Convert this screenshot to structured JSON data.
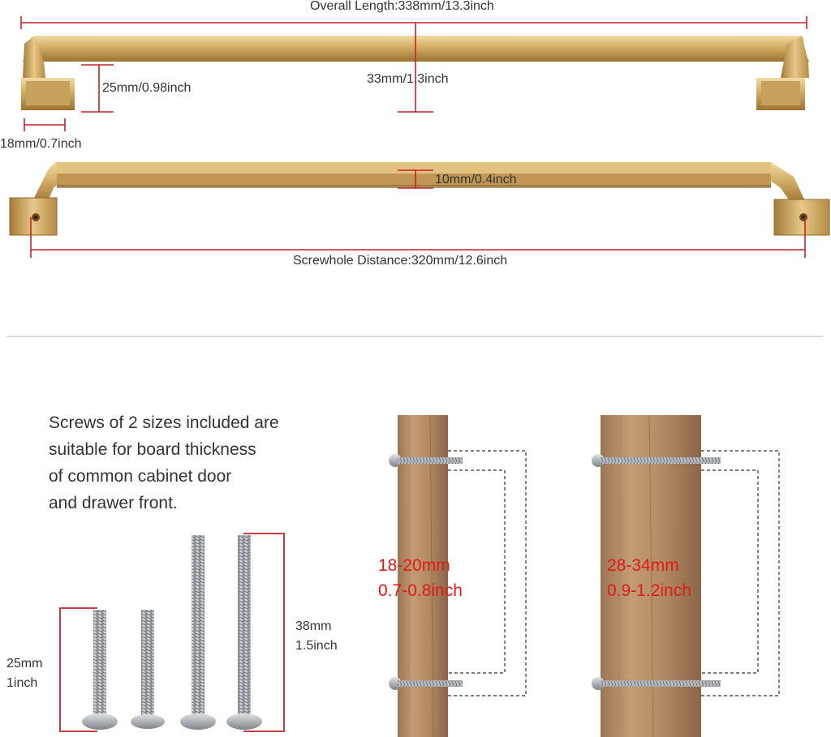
{
  "colors": {
    "gold_light": "#e6c98c",
    "gold_mid": "#c9a35a",
    "gold_dark": "#9e7733",
    "dimension_line": "#c8202a",
    "wood_light": "#c4a07a",
    "wood_dark": "#8f6b4c",
    "screw": "#a9adb1",
    "divider": "#b5b5b5"
  },
  "handle": {
    "overall_length": "Overall Length:338mm/13.3inch",
    "projection": "33mm/1.3inch",
    "foot_height": "25mm/0.98inch",
    "foot_width": "18mm/0.7inch",
    "bar_thickness": "10mm/0.4inch",
    "screwhole_distance": "Screwhole Distance:320mm/12.6inch"
  },
  "screws": {
    "intro_lines": [
      "Screws of 2 sizes included are",
      "suitable for board thickness",
      "of common cabinet door",
      "and drawer front."
    ],
    "short": {
      "mm": "25mm",
      "inch": "1inch"
    },
    "long": {
      "mm": "38mm",
      "inch": "1.5inch"
    }
  },
  "boards": [
    {
      "mm": "18-20mm",
      "inch": "0.7-0.8inch"
    },
    {
      "mm": "28-34mm",
      "inch": "0.9-1.2inch"
    }
  ]
}
